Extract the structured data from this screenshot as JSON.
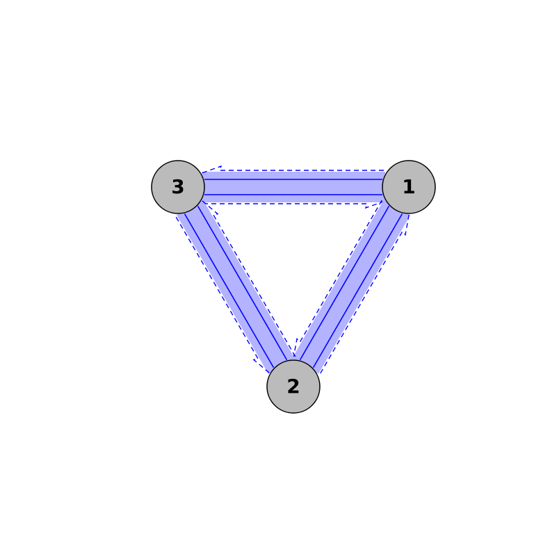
{
  "colors": {
    "background": "#ffffff",
    "band_fill": "#b3b3ff",
    "band_stroke": "#0000ff",
    "node_fill": "#bbbbbb",
    "node_stroke": "#000000",
    "label_color": "#000000"
  },
  "nodes": [
    {
      "id": "1",
      "label": "1"
    },
    {
      "id": "2",
      "label": "2"
    },
    {
      "id": "3",
      "label": "3"
    }
  ],
  "edges": [
    {
      "from": "3",
      "to": "1"
    },
    {
      "from": "1",
      "to": "2"
    },
    {
      "from": "2",
      "to": "3"
    }
  ]
}
